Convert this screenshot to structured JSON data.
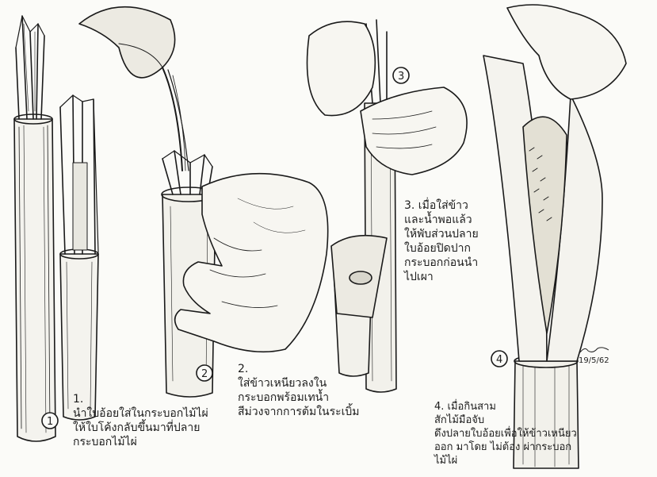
{
  "steps": [
    {
      "marker": "1",
      "number": "1.",
      "lines": [
        "นำใบอ้อยใส่ในกระบอกไม้ไผ่",
        "ให้ใบโค้งกลับขึ้นมาที่ปลาย",
        "กระบอกไม้ไผ่"
      ]
    },
    {
      "marker": "2",
      "number": "2.",
      "lines": [
        "ใส่ข้าวเหนียวลงใน",
        "กระบอกพร้อมเทน้ำ",
        "สีม่วงจากการต้มในระเบิ้ม"
      ]
    },
    {
      "marker": "3",
      "number": "3.",
      "lines": [
        "3. เมื่อใส่ข้าว",
        "และน้ำพอแล้ว",
        "ให้พับส่วนปลาย",
        "ใบอ้อยปิดปาก",
        "กระบอกก่อนนำ",
        "ไปเผา"
      ]
    },
    {
      "marker": "4",
      "number": "4.",
      "lines": [
        "4. เมื่อกินสาม",
        "สักไม้มือจับ",
        "ดึงปลายใบอ้อยเพื่อให้ข้าวเหนียว",
        "ออก มาโดย ไม่ต้อง ผ่ากระบอก",
        "ไม้ไผ่"
      ]
    }
  ],
  "signature": {
    "date": "19/5/62"
  }
}
